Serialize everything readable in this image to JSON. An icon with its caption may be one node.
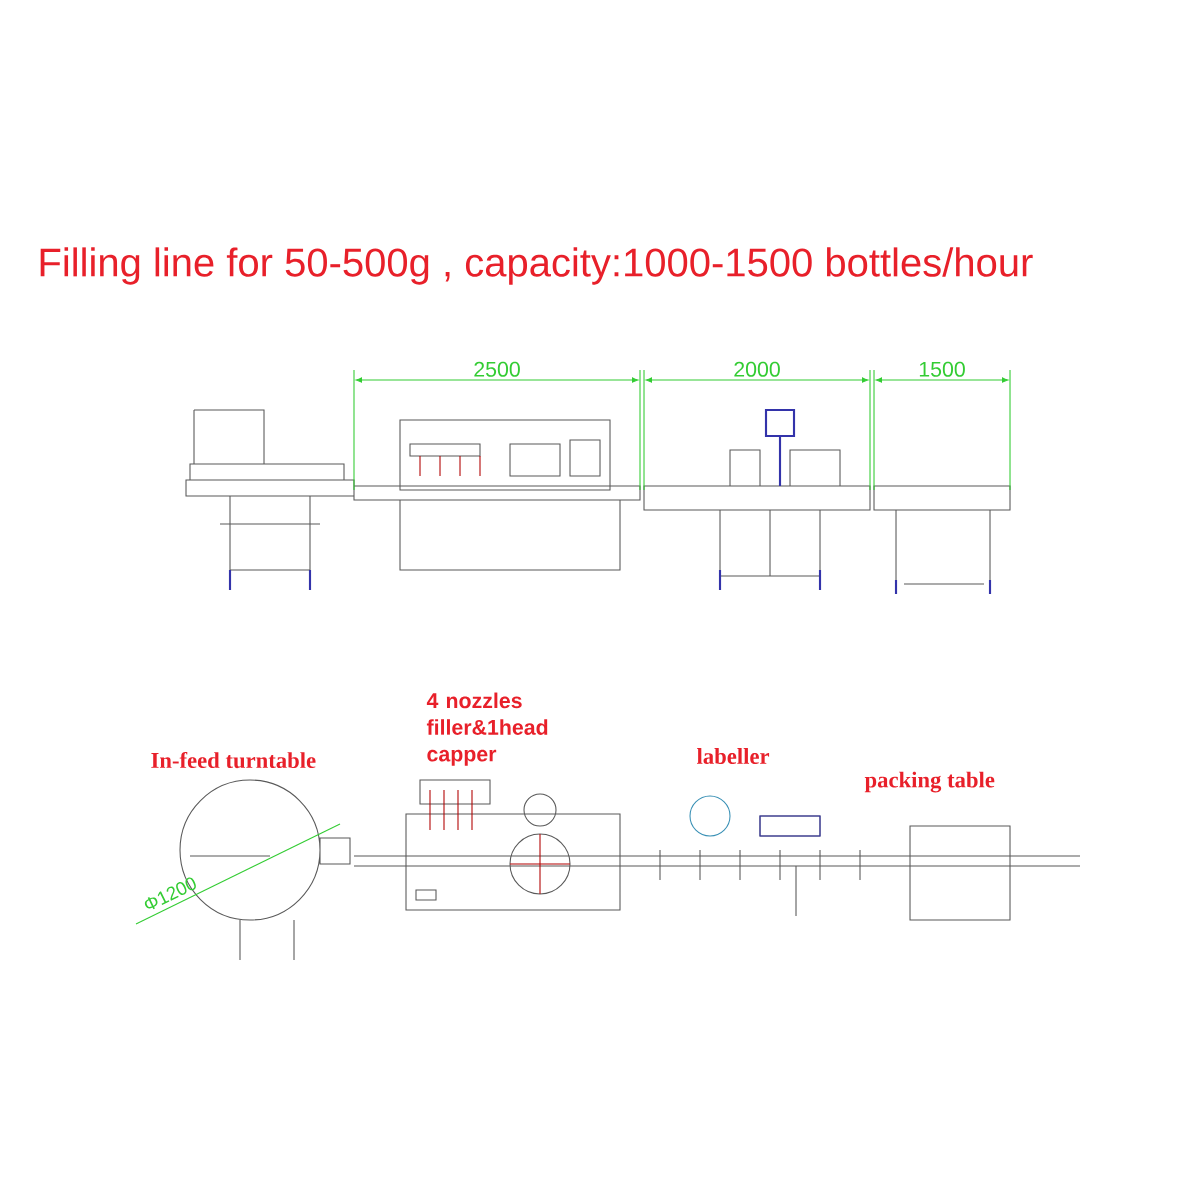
{
  "diagram": {
    "title": "Filling line for 50-500g , capacity:1000-1500 bottles/hour",
    "labels": [
      "2500",
      "2000",
      "1500",
      "4 nozzles filler&1head capper",
      "In-feed turntable",
      "labeller",
      "packing table",
      "Φ1200"
    ]
  }
}
